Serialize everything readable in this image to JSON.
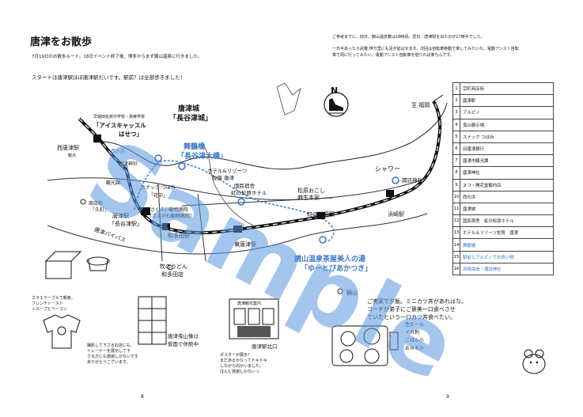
{
  "title": "唐津をお散歩",
  "intro_line": "7月19日のお散歩ルート。18日イベント終了後、博多からまず鏡山温泉に行きました。",
  "start_line": "スタートは唐津駅ほぼ唐津駅だいです。駅前？は全部歩きました！",
  "right_note_1": "ご参考までに、前日、鏡山温泉着は18時頃。翌日、唐津駅を出たのが17時半でした。",
  "right_note_2": "一日半あったら武雄,伊万里にも足が延ばせます。次回は自転車移動で楽してみたいな。電動アシスト自転",
  "right_note_3": "車で周に行ってみたい。電動アシスト自転車を借りれば楽ちんです。",
  "north_label": "N",
  "map": {
    "to_fukuoka": "至 福岡",
    "nishi_karatsu": "西唐津駅",
    "nishi_karatsu_sub": "鏡点",
    "nishi_no_hama": "西の浜",
    "school_small": "早稲田佐賀中学校・高等学校",
    "castle_name": "「アイスキャッスル",
    "castle_name2": "はせつ」",
    "karatsu_castle": "唐津城",
    "hasetsu_castle": "「長谷津城」",
    "maizuru_bridge": "舞鶴橋",
    "hasetsu_bridge": "「長谷津大橋」",
    "karatsu_jinja_small": "唐津神社",
    "hotel": "ホテル&リゾーツ",
    "hotel2": "佐賀 唐津",
    "kokumin": "国民宿舎",
    "kokumin2": "虹の松原ホテル",
    "kankou": "観光課",
    "snack": "スナック つぼみ",
    "hanamaru": "「花中」",
    "sakura": "さくらい動物病院",
    "sasakawa": "（ささがわ動物病院）",
    "shoten": "商店街",
    "shoten2": "「久町」",
    "karatsu_eki": "唐津駅",
    "hasetsu_eki": "「長谷津駅」",
    "watada_eki": "和多田駅",
    "karatsu_bypass": "唐津バイパス",
    "makinoudon": "牧のうどん",
    "makinoudon2": "和多田店",
    "higashi_karatsu": "東唐津駅",
    "matsubara_okoshi": "松原おこし",
    "matsubara_okoshi2": "麻生本家",
    "niji_matsubara": "虹の松原駅",
    "shower": "シャワー",
    "hamasaki": "浜崎駅",
    "suwa": "諏訪神社",
    "kagamiyama_onsen": "鏡山温泉茶屋美人の湯",
    "yuutobi": "「ゆーとぴあかつき」",
    "kagamiyama": "鏡山"
  },
  "legend": [
    {
      "num": "1",
      "text": "宗町商店街"
    },
    {
      "num": "2",
      "text": "唐津駅"
    },
    {
      "num": "3",
      "text": "アルピノ"
    },
    {
      "num": "4",
      "text": "曳山展示場"
    },
    {
      "num": "5",
      "text": "スナック つぼみ"
    },
    {
      "num": "6",
      "text": "旧唐津銀行"
    },
    {
      "num": "7",
      "text": "唐津市観光課"
    },
    {
      "num": "8",
      "text": "唐津神社"
    },
    {
      "num": "9",
      "text": "ヌフ・開花堂観内店"
    },
    {
      "num": "10",
      "text": "西の浜"
    },
    {
      "num": "11",
      "text": "唐津城"
    },
    {
      "num": "12",
      "text": "国民宿舎　虹の松原ホテル"
    },
    {
      "num": "13",
      "text": "ホテル＆リゾーツ佐賀　唐津"
    },
    {
      "num": "14",
      "text": "舞鶴橋"
    },
    {
      "num": "15",
      "text": "駅前とアルピノでお買い物"
    },
    {
      "num": "16",
      "text": "浜崎海岸・諏訪神社"
    }
  ],
  "bottom_left": {
    "cafe_note": [
      "カラエテーブルで朝食。",
      "フレンチトースト",
      "＋スープとベーコン"
    ],
    "trainer_note": [
      "撮影して下さるお店にも、",
      "トレーナーを展示して下",
      "さる方にも感謝しかないです",
      "ありがとうございます。"
    ],
    "hikiyama_note": [
      "唐津曳山像は",
      "仮面で休館中"
    ],
    "poster_note": [
      "ポスターが展示！",
      "まだあるかなってドキドキ",
      "しながら向かいました。",
      "ほんと感謝しかないっ"
    ],
    "kitaguchi": "唐津駅北口",
    "sign_small": "唐津観光案内"
  },
  "bottom_right": {
    "dinner_note": [
      "ご実家で夕飯。ミニカツ丼があれはな。",
      "コーチが弟子にご褒美一口食べさせ",
      "ていたという一口カツ丼食べたい。"
    ],
    "menu": [
      "生ビール",
      "イカ刺",
      "ごはん小",
      "おみそ汁"
    ]
  },
  "watermark": "Sample",
  "page_left": "8",
  "page_right": "9"
}
